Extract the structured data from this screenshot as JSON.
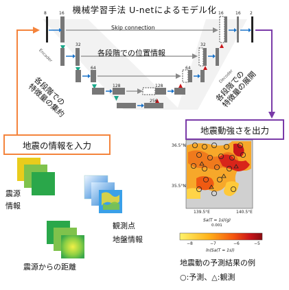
{
  "title": "機械学習手法 U-netによるモデル化",
  "unet": {
    "skip_connection": "Skip connection",
    "position_info": "各段階での位置情報",
    "encoder_label": "Encoder",
    "decoder_label": "Decoder",
    "encoder_caption": "各段階での\n特徴量の集約",
    "decoder_caption": "各段階での\n特徴量の展開",
    "channel_labels": [
      "8",
      "16",
      "32",
      "64",
      "128",
      "128",
      "256",
      "64",
      "32",
      "16",
      "16",
      "2"
    ]
  },
  "input_box_label": "地震の情報を入力",
  "output_box_label": "地震動強さを出力",
  "inputs": {
    "source_info": "震源\n情報",
    "distance": "震源からの距離",
    "site_info": "観測点\n地盤情報"
  },
  "map": {
    "lat_labels": [
      "36.5°N",
      "35.5°N"
    ],
    "lon_labels": [
      "139.5°E",
      "140.5°E"
    ],
    "xlabel": "Sa(T = 1s)(g)",
    "xlabel2": "0.001",
    "colorbar_ticks": [
      "−8",
      "−7",
      "−6",
      "−5"
    ],
    "colorbar_label": "ln(Sa(T = 1s))",
    "colors": [
      "#fff36a",
      "#ffb21a",
      "#f5560f",
      "#c9161a",
      "#8a0c12"
    ]
  },
  "result_caption": "地震動の予測結果の例",
  "legend": "○:予測、△:観測"
}
